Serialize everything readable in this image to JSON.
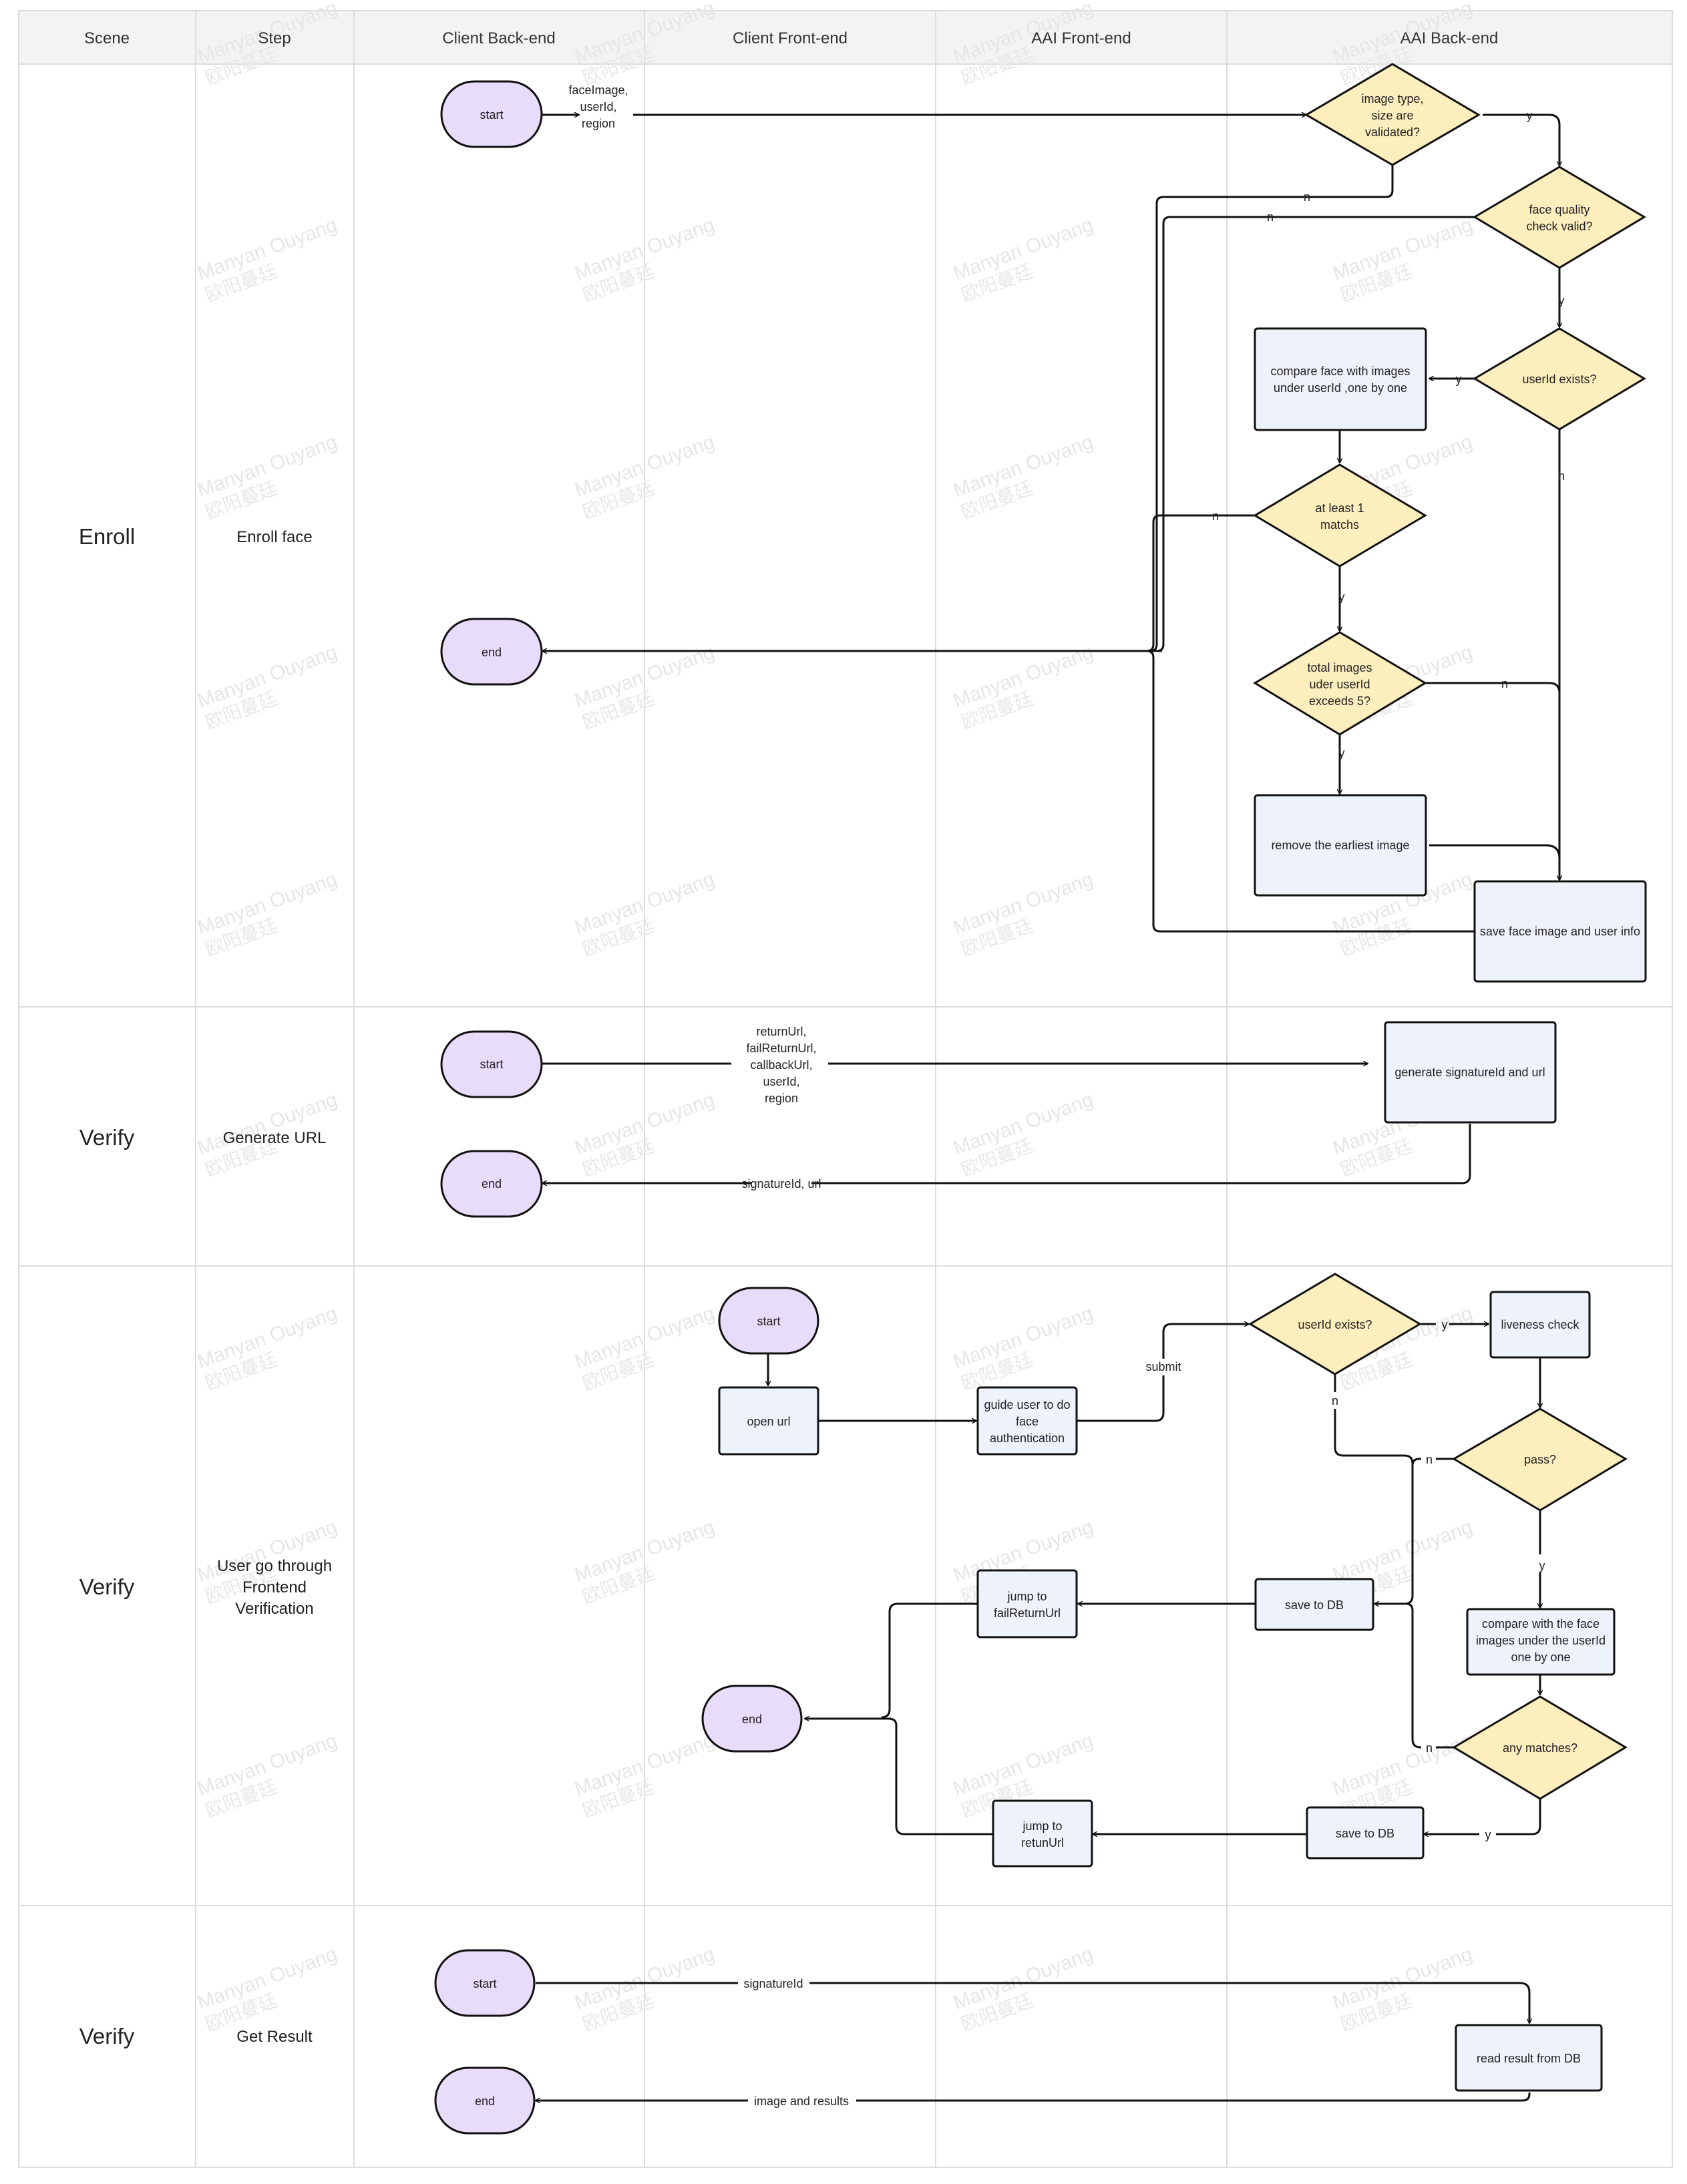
{
  "columns": {
    "scene": "Scene",
    "step": "Step",
    "client_backend": "Client Back-end",
    "client_frontend": "Client Front-end",
    "aai_frontend": "AAI Front-end",
    "aai_backend": "AAI Back-end"
  },
  "rows": [
    {
      "scene": "Enroll",
      "step": "Enroll face"
    },
    {
      "scene": "Verify",
      "step": "Generate URL"
    },
    {
      "scene": "Verify",
      "step": "User go through Frontend Verification",
      "step_lines": [
        "User go through",
        "Frontend",
        "Verification"
      ]
    },
    {
      "scene": "Verify",
      "step": "Get Result"
    }
  ],
  "watermark": {
    "name": "Manyan Ouyang",
    "name_cn": "欧阳蔓廷"
  },
  "nodes": {
    "e_start": {
      "label": "start",
      "shape": "terminal"
    },
    "e_end": {
      "label": "end",
      "shape": "terminal"
    },
    "e_validate": {
      "lines": [
        "image type,",
        "size  are",
        "validated?"
      ],
      "shape": "decision"
    },
    "e_quality": {
      "lines": [
        "face quality",
        "check valid?"
      ],
      "shape": "decision"
    },
    "e_userid": {
      "lines": [
        "userId exists?"
      ],
      "shape": "decision"
    },
    "e_compare": {
      "lines": [
        "compare face with images",
        "under userId ,one by one"
      ],
      "shape": "process"
    },
    "e_match": {
      "lines": [
        "at least 1",
        "matchs"
      ],
      "shape": "decision"
    },
    "e_total": {
      "lines": [
        "total images",
        "uder userId",
        "exceeds 5?"
      ],
      "shape": "decision"
    },
    "e_remove": {
      "lines": [
        "remove the earliest image"
      ],
      "shape": "process"
    },
    "e_save": {
      "lines": [
        "save face image and user info"
      ],
      "shape": "process"
    },
    "g_start": {
      "label": "start",
      "shape": "terminal"
    },
    "g_end": {
      "label": "end",
      "shape": "terminal"
    },
    "g_generate": {
      "lines": [
        "generate signatureId and url"
      ],
      "shape": "process"
    },
    "u_start": {
      "label": "start",
      "shape": "terminal"
    },
    "u_open": {
      "lines": [
        "open url"
      ],
      "shape": "process"
    },
    "u_guide": {
      "lines": [
        "guide user to do",
        "face",
        "authentication"
      ],
      "shape": "process"
    },
    "u_userid": {
      "lines": [
        "userId exists?"
      ],
      "shape": "decision"
    },
    "u_liveness": {
      "lines": [
        "liveness check"
      ],
      "shape": "process"
    },
    "u_pass": {
      "lines": [
        "pass?"
      ],
      "shape": "decision"
    },
    "u_compare": {
      "lines": [
        "compare  with the face",
        "images under the userId",
        "one by one"
      ],
      "shape": "process"
    },
    "u_any": {
      "lines": [
        "any matches?"
      ],
      "shape": "decision"
    },
    "u_savedb1": {
      "lines": [
        "save to DB"
      ],
      "shape": "process"
    },
    "u_savedb2": {
      "lines": [
        "save to DB"
      ],
      "shape": "process"
    },
    "u_jumpfail": {
      "lines": [
        "jump to",
        "failReturnUrl"
      ],
      "shape": "process"
    },
    "u_jumpret": {
      "lines": [
        "jump to",
        "retunUrl"
      ],
      "shape": "process"
    },
    "u_end": {
      "label": "end",
      "shape": "terminal"
    },
    "r_start": {
      "label": "start",
      "shape": "terminal"
    },
    "r_end": {
      "label": "end",
      "shape": "terminal"
    },
    "r_read": {
      "lines": [
        "read result from DB"
      ],
      "shape": "process"
    }
  },
  "edge_labels": {
    "enroll_params": [
      "faceImage,",
      "userId,",
      "region"
    ],
    "y": "y",
    "n": "n",
    "url_params": [
      "returnUrl,",
      "failReturnUrl,",
      "callbackUrl,",
      "userId,",
      "region"
    ],
    "url_result": "signatureId, url",
    "submit": "submit",
    "signature": "signatureId",
    "results": "image and results"
  },
  "edges": [
    {
      "from": "e_start",
      "to": "e_validate",
      "label": "faceImage, userId, region"
    },
    {
      "from": "e_validate",
      "to": "e_quality",
      "label": "y"
    },
    {
      "from": "e_validate",
      "to": "e_end",
      "label": "n"
    },
    {
      "from": "e_quality",
      "to": "e_end",
      "label": "n"
    },
    {
      "from": "e_quality",
      "to": "e_userid",
      "label": "y"
    },
    {
      "from": "e_userid",
      "to": "e_compare",
      "label": "y"
    },
    {
      "from": "e_userid",
      "to": "e_save",
      "label": "n"
    },
    {
      "from": "e_compare",
      "to": "e_match"
    },
    {
      "from": "e_match",
      "to": "e_end",
      "label": "n"
    },
    {
      "from": "e_match",
      "to": "e_total",
      "label": "y"
    },
    {
      "from": "e_total",
      "to": "e_remove",
      "label": "y"
    },
    {
      "from": "e_total",
      "to": "e_save",
      "label": "n"
    },
    {
      "from": "e_remove",
      "to": "e_save"
    },
    {
      "from": "e_save",
      "to": "e_end"
    },
    {
      "from": "g_start",
      "to": "g_generate",
      "label": "returnUrl, failReturnUrl, callbackUrl, userId, region"
    },
    {
      "from": "g_generate",
      "to": "g_end",
      "label": "signatureId, url"
    },
    {
      "from": "u_start",
      "to": "u_open"
    },
    {
      "from": "u_open",
      "to": "u_guide"
    },
    {
      "from": "u_guide",
      "to": "u_userid",
      "label": "submit"
    },
    {
      "from": "u_userid",
      "to": "u_liveness",
      "label": "y"
    },
    {
      "from": "u_userid",
      "to": "u_savedb1",
      "label": "n"
    },
    {
      "from": "u_liveness",
      "to": "u_pass"
    },
    {
      "from": "u_pass",
      "to": "u_savedb1",
      "label": "n"
    },
    {
      "from": "u_pass",
      "to": "u_compare",
      "label": "y"
    },
    {
      "from": "u_compare",
      "to": "u_any"
    },
    {
      "from": "u_any",
      "to": "u_savedb1",
      "label": "n"
    },
    {
      "from": "u_any",
      "to": "u_savedb2",
      "label": "y"
    },
    {
      "from": "u_savedb1",
      "to": "u_jumpfail"
    },
    {
      "from": "u_savedb2",
      "to": "u_jumpret"
    },
    {
      "from": "u_jumpfail",
      "to": "u_end"
    },
    {
      "from": "u_jumpret",
      "to": "u_end"
    },
    {
      "from": "r_start",
      "to": "r_read",
      "label": "signatureId"
    },
    {
      "from": "r_read",
      "to": "r_end",
      "label": "image and results"
    }
  ]
}
